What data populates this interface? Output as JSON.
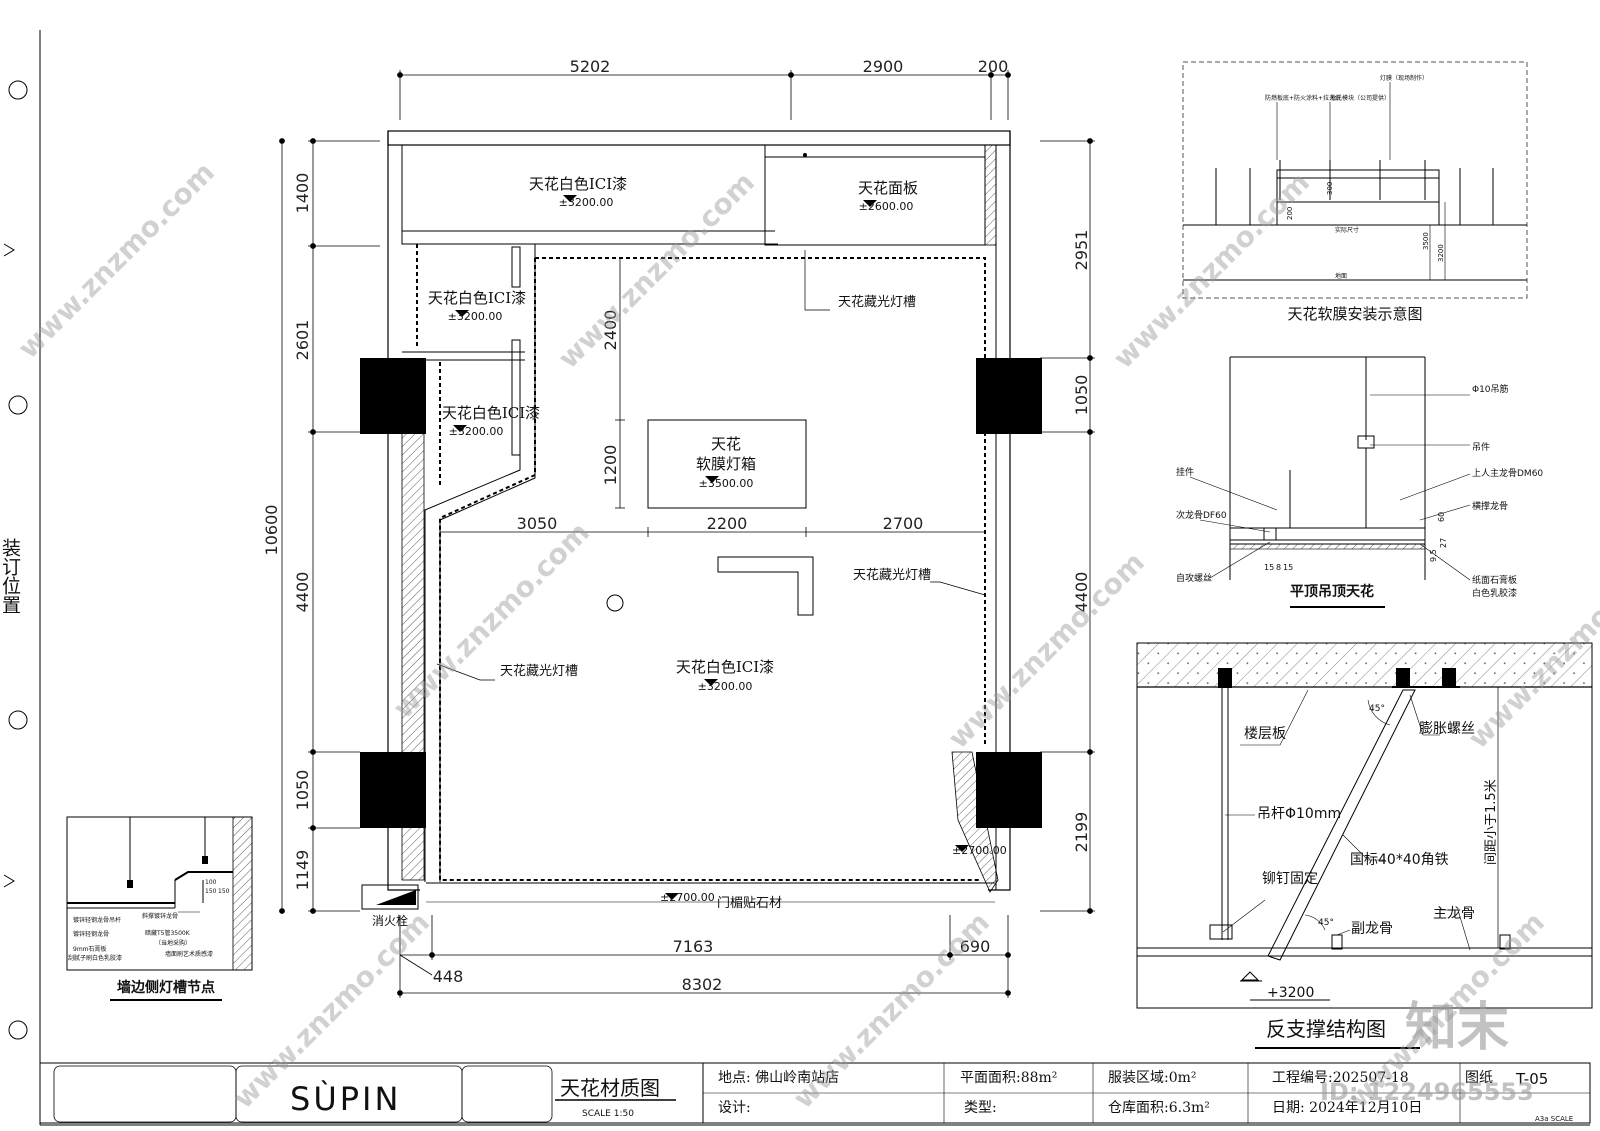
{
  "binding_label": "装订位置",
  "plan": {
    "dims_top": [
      "5202",
      "2900",
      "200"
    ],
    "dims_left": [
      "1400",
      "2601",
      "4400",
      "1050",
      "1149"
    ],
    "dim_left_total": "10600",
    "dims_right": [
      "2951",
      "1050",
      "4400",
      "2199"
    ],
    "dims_bottom": [
      "7163",
      "690",
      "448",
      "8302"
    ],
    "dims_inner": [
      "3050",
      "2200",
      "2700",
      "2400",
      "1200"
    ],
    "rooms": [
      {
        "name": "天花白色ICI漆",
        "level": "±3200.00"
      },
      {
        "name": "天花面板",
        "level": "±2600.00"
      },
      {
        "name": "天花白色ICI漆",
        "level": "±3200.00"
      },
      {
        "name": "天花白色ICI漆",
        "level": "±3200.00"
      },
      {
        "name": "天花白色ICI漆",
        "level": "±3200.00"
      }
    ],
    "lightbox": {
      "line1": "天花",
      "line2": "软膜灯箱",
      "level": "±3500.00"
    },
    "light_slot": "天花藏光灯槽",
    "door_level": "±2700.00",
    "door_note": "门楣贴石材",
    "corner_level": "±2700.00",
    "hydrant": "消火栓"
  },
  "details": {
    "soft_film": {
      "title": "天花软膜安装示意图",
      "notes": [
        "防燃板底+防火涂料+拉光纸",
        "发光模块（公司提供）",
        "灯膜（现场制作）",
        "实际尺寸",
        "地面"
      ],
      "dims": [
        "300",
        "200",
        "3500",
        "3200"
      ]
    },
    "flat_ceiling": {
      "title": "平顶吊顶天花",
      "labels": [
        "Φ10吊筋",
        "吊件",
        "挂件",
        "上人主龙骨DM60",
        "次龙骨DF60",
        "横撑龙骨",
        "自攻螺丝",
        "纸面石膏板",
        "白色乳胶漆"
      ],
      "dims": [
        "60",
        "9.5",
        "27",
        "15",
        "8",
        "15"
      ]
    },
    "reverse_support": {
      "title": "反支撑结构图",
      "labels": [
        "楼层板",
        "膨胀螺丝",
        "吊杆Φ10mm",
        "国标40*40角铁",
        "铆钉固定",
        "副龙骨",
        "主龙骨",
        "间距小于1.5米"
      ],
      "angles": [
        "45°",
        "45°"
      ],
      "level": "+3200"
    },
    "wall_slot": {
      "title": "墙边侧灯槽节点",
      "labels": [
        "镀锌轻钢龙骨吊杆",
        "镀锌轻钢龙骨",
        "9mm石膏板",
        "刮腻子刷白色乳胶漆",
        "斜撑镀锌龙骨",
        "暗藏T5管3500K",
        "（当地采购）",
        "墙面刷艺术质感漆"
      ],
      "dims": [
        "100",
        "150",
        "150"
      ]
    }
  },
  "title_block": {
    "brand": "SÙPIN",
    "drawing_title": "天花材质图",
    "scale": "SCALE 1:50",
    "location": "地点: 佛山岭南站店",
    "design": "设计:",
    "plan_area": "平面面积:88m²",
    "type": "类型:",
    "clothing_area": "服装区域:0m²",
    "warehouse_area": "仓库面积:6.3m²",
    "project_no": "工程编号:202507-18",
    "date": "日期: 2024年12月10日",
    "sheet_label": "图纸",
    "sheet_no": "T-05",
    "paper": "A3a  SCALE"
  },
  "watermarks": {
    "site": "www.znzmo.com",
    "logo": "知末",
    "id": "ID: 1224965553"
  }
}
